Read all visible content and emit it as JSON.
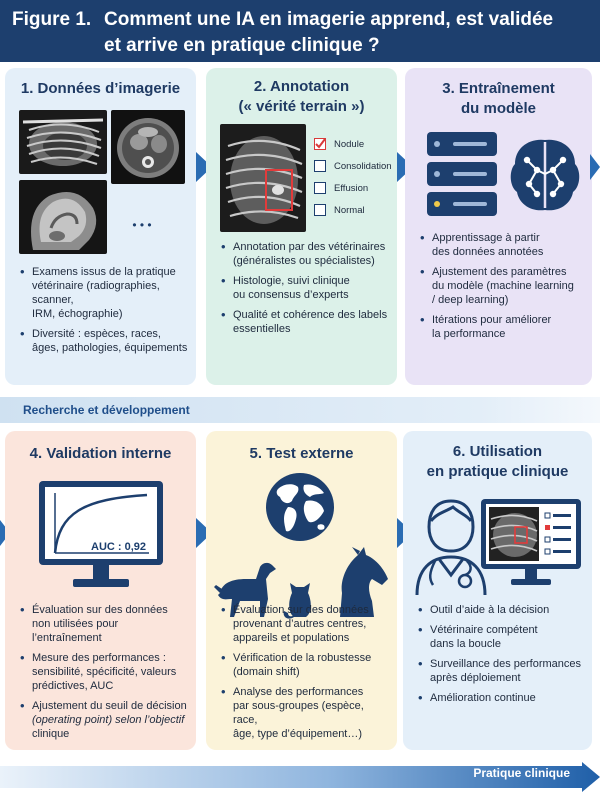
{
  "header": {
    "figure_label": "Figure 1.",
    "title_line1": "Comment une IA en imagerie apprend, est validée",
    "title_line2": "et arrive en pratique clinique ?"
  },
  "panels": [
    {
      "title_lines": [
        "1. Données d’imagerie"
      ],
      "ellipsis": "• • •",
      "bullets": [
        [
          "Examens issus de la pratique",
          "vétérinaire (radiographies, scanner,",
          "IRM, échographie)"
        ],
        [
          "Diversité : espèces, races,",
          "âges, pathologies, équipements"
        ]
      ]
    },
    {
      "title_lines": [
        "2. Annotation",
        "(« vérité terrain »)"
      ],
      "checklist": [
        {
          "label": "Nodule",
          "checked": true
        },
        {
          "label": "Consolidation",
          "checked": false
        },
        {
          "label": "Effusion",
          "checked": false
        },
        {
          "label": "Normal",
          "checked": false
        }
      ],
      "bullets": [
        [
          "Annotation par des vétérinaires",
          "(généralistes ou spécialistes)"
        ],
        [
          "Histologie, suivi clinique",
          "ou consensus d’experts"
        ],
        [
          "Qualité et cohérence des labels",
          "essentielles"
        ]
      ]
    },
    {
      "title_lines": [
        "3. Entraînement",
        "du modèle"
      ],
      "bullets": [
        [
          "Apprentissage à partir",
          "des données annotées"
        ],
        [
          "Ajustement des paramètres",
          "du modèle (machine learning",
          "/ deep learning)"
        ],
        [
          "Itérations pour améliorer",
          "la performance"
        ]
      ]
    },
    {
      "title_lines": [
        "4. Validation interne"
      ],
      "auc_label": "AUC : 0,92",
      "bullets": [
        [
          "Évaluation sur des données",
          "non utilisées pour l’entraînement"
        ],
        [
          "Mesure des performances :",
          "sensibilité, spécificité, valeurs",
          "prédictives, AUC"
        ],
        [
          "Ajustement du seuil de décision",
          "(operating point) selon l’objectif",
          "clinique"
        ]
      ]
    },
    {
      "title_lines": [
        "5. Test externe"
      ],
      "bullets": [
        [
          "Évaluation sur des données",
          "provenant d’autres centres,",
          "appareils et populations"
        ],
        [
          "Vérification de la robustesse",
          "(domain shift)"
        ],
        [
          "Analyse des performances",
          "par sous-groupes (espèce, race,",
          "âge, type d’équipement…)"
        ]
      ]
    },
    {
      "title_lines": [
        "6. Utilisation",
        "en pratique clinique"
      ],
      "bullets": [
        [
          "Outil d’aide à la décision"
        ],
        [
          "Vétérinaire compétent",
          "dans la boucle"
        ],
        [
          "Surveillance des performances",
          "après déploiement"
        ],
        [
          "Amélioration continue"
        ]
      ]
    }
  ],
  "bands": {
    "rd": "Recherche et développement",
    "clinic": "Pratique clinique"
  },
  "colors": {
    "header": "#1d3f6e",
    "panel1": "#e4eff9",
    "panel2": "#dcf1e9",
    "panel3": "#e9e3f6",
    "panel4": "#fbe5dc",
    "panel5": "#fbf3d9",
    "panel6": "#e4eff9",
    "arrow": "#2a6cb3",
    "check_red": "#d83a3a"
  }
}
